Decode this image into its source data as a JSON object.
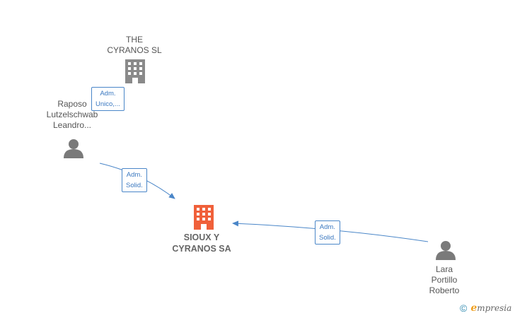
{
  "nodes": {
    "the_cyranos": {
      "line1": "THE",
      "line2": "CYRANOS  SL"
    },
    "raposo": {
      "line1": "Raposo",
      "line2": "Lutzelschwab",
      "line3": "Leandro..."
    },
    "sioux": {
      "line1": "SIOUX Y",
      "line2": "CYRANOS SA"
    },
    "lara": {
      "line1": "Lara",
      "line2": "Portillo",
      "line3": "Roberto"
    }
  },
  "edges": {
    "raposo_to_cyranos": {
      "line1": "Adm.",
      "line2": "Unico,..."
    },
    "raposo_to_sioux": {
      "line1": "Adm.",
      "line2": "Solid."
    },
    "lara_to_sioux": {
      "line1": "Adm.",
      "line2": "Solid."
    }
  },
  "footer": {
    "copyright": "©",
    "brand_initial": "e",
    "brand_rest": "mpresia"
  },
  "colors": {
    "company_main": "#f0603a",
    "company_other": "#8a8a8a",
    "person": "#7a7a7a",
    "edge": "#4a86c8"
  }
}
